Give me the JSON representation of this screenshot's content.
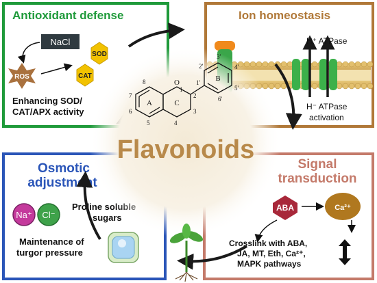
{
  "antioxidant": {
    "title": "Antioxidant defense",
    "nacl": "NaCl",
    "ros": "ROS",
    "sod": "SOD",
    "cat": "CAT",
    "desc_line1": "Enhancing SOD/",
    "desc_line2": "CAT/APX activity"
  },
  "ion": {
    "title": "Ion homeostasis",
    "h_atpase": "H⁺ ATPase",
    "activation_line1": "H⁻ ATPase",
    "activation_line2": "activation"
  },
  "osmotic": {
    "title_line1": "Osmotic",
    "title_line2": "adjustment",
    "na": "Na⁺",
    "cl": "Cl⁻",
    "proline_line1": "Proline soluble",
    "proline_line2": "sugars",
    "turgor_line1": "Maintenance of",
    "turgor_line2": "turgor pressure"
  },
  "signal": {
    "title_line1": "Signal",
    "title_line2": "transduction",
    "aba": "ABA",
    "ca": "Ca²⁺",
    "crosslink_line1": "Crosslink with ABA,",
    "crosslink_line2": "JA, MT, Eth, Ca²⁺,",
    "crosslink_line3": "MAPK pathways"
  },
  "center": {
    "title": "Flavonoids",
    "atom_labels": [
      "8",
      "7",
      "6",
      "5",
      "4",
      "3",
      "2",
      "1",
      "O",
      "A",
      "C",
      "B",
      "1′",
      "2′",
      "3′",
      "4′",
      "5′",
      "6′"
    ]
  },
  "colors": {
    "green": "#1f9a3a",
    "orange": "#b07838",
    "blue": "#2a55b8",
    "salmon": "#c47a6a",
    "flavonoid_text": "#b8894a",
    "ros_star": "#a9713e",
    "hexagon": "#f2c200"
  }
}
